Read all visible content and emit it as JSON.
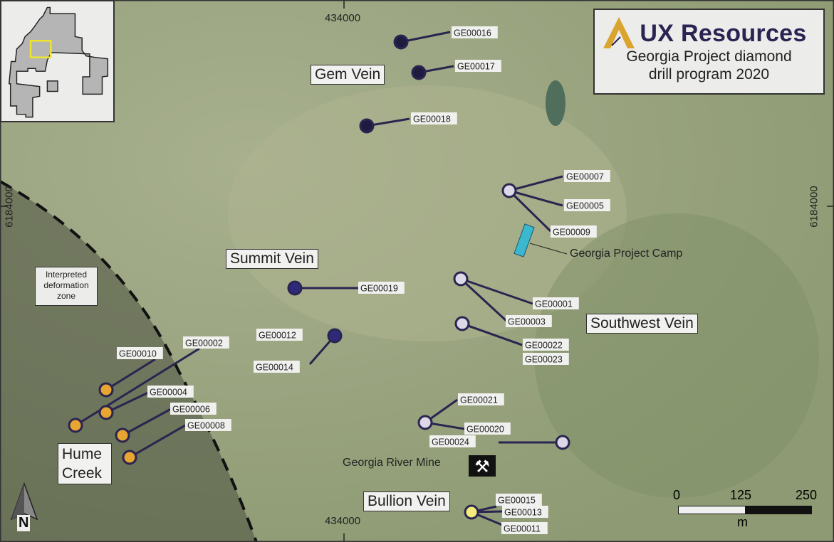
{
  "title_box": {
    "brand": "UX Resources",
    "subtitle_line1": "Georgia Project diamond",
    "subtitle_line2": "drill program 2020",
    "brand_color": "#2b2452",
    "logo_color": "#d9a52e"
  },
  "grid_labels": {
    "easting_top": "434000",
    "easting_bottom": "434000",
    "northing_left": "6184000",
    "northing_right": "6184000"
  },
  "vein_labels": [
    "Gem Vein",
    "Summit Vein",
    "Southwest Vein",
    "Hume Creek",
    "Bullion Vein"
  ],
  "annotations": {
    "deformation_zone": [
      "Interpreted",
      "deformation",
      "zone"
    ],
    "camp": "Georgia Project Camp",
    "mine": "Georgia River Mine"
  },
  "hole_groups": {
    "gem": {
      "color": "#1f1b40",
      "holes": [
        "GE00016",
        "GE00017",
        "GE00018"
      ]
    },
    "summit": {
      "color": "#2e2a7a",
      "holes": [
        "GE00019",
        "GE00012",
        "GE00014"
      ]
    },
    "southwest": {
      "color": "#dcd8e6",
      "holes": [
        "GE00007",
        "GE00005",
        "GE00009",
        "GE00001",
        "GE00003",
        "GE00022",
        "GE00023",
        "GE00021",
        "GE00020",
        "GE00024"
      ]
    },
    "hume": {
      "color": "#e8a531",
      "holes": [
        "GE00010",
        "GE00002",
        "GE00004",
        "GE00006",
        "GE00008"
      ]
    },
    "bullion": {
      "color": "#f2ec7a",
      "holes": [
        "GE00015",
        "GE00013",
        "GE00011"
      ]
    }
  },
  "scale_bar": {
    "ticks": [
      "0",
      "125",
      "250"
    ],
    "unit": "m"
  },
  "north_arrow": {
    "label": "N"
  },
  "colors": {
    "camp": "#3bb7d0",
    "deformation_zone_shade": "#4a5040",
    "inset_focus": "#f0e62a"
  }
}
